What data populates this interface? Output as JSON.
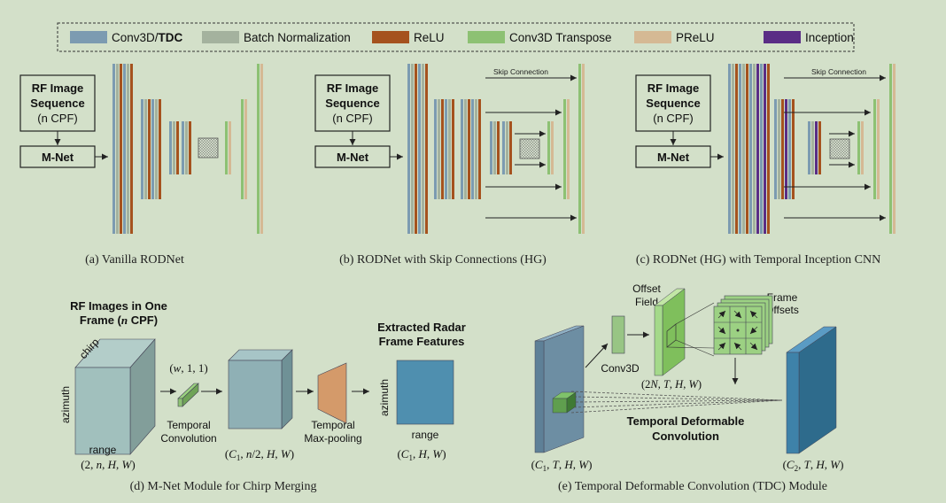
{
  "legend": {
    "items": [
      {
        "prefix": "Conv3D/",
        "bold": "TDC",
        "color": "#7c9bb1"
      },
      {
        "prefix": "Batch Normalization",
        "bold": "",
        "color": "#a4b29e"
      },
      {
        "prefix": "ReLU",
        "bold": "",
        "color": "#a5521e"
      },
      {
        "prefix": "Conv3D Transpose",
        "bold": "",
        "color": "#8dc173"
      },
      {
        "prefix": "PReLU",
        "bold": "",
        "color": "#d5b994"
      },
      {
        "prefix": "Inception",
        "bold": "",
        "color": "#5a2d85"
      }
    ]
  },
  "panel_a": {
    "box_line1": "RF Image",
    "box_line2": "Sequence",
    "box_line3": "(n CPF)",
    "mnet": "M-Net",
    "caption": "(a) Vanilla RODNet"
  },
  "panel_b": {
    "box_line1": "RF Image",
    "box_line2": "Sequence",
    "box_line3": "(n CPF)",
    "mnet": "M-Net",
    "skip": "Skip Connection",
    "caption": "(b) RODNet with Skip Connections (HG)"
  },
  "panel_c": {
    "box_line1": "RF Image",
    "box_line2": "Sequence",
    "box_line3": "(n CPF)",
    "mnet": "M-Net",
    "skip": "Skip Connection",
    "caption": "(c) RODNet (HG) with Temporal Inception CNN"
  },
  "panel_d": {
    "title1": "RF Images in One",
    "title2": "Frame (n CPF)",
    "chirp": "chirp",
    "azimuth": "azimuth",
    "range": "range",
    "dims_in": "(2, n, H, W)",
    "kernel": "(w, 1, 1)",
    "conv_label1": "Temporal",
    "conv_label2": "Convolution",
    "dims_mid": "(C1, n/2, H, W)",
    "pool_label1": "Temporal",
    "pool_label2": "Max-pooling",
    "out_title1": "Extracted Radar",
    "out_title2": "Frame Features",
    "azimuth_out": "azimuth",
    "range_out": "range",
    "dims_out": "(C1, H, W)",
    "caption": "(d) M-Net Module for Chirp Merging"
  },
  "panel_e": {
    "offset_field1": "Offset",
    "offset_field2": "Field",
    "frame_offsets1": "Frame",
    "frame_offsets2": "Offsets",
    "conv3d": "Conv3D",
    "dims_offset": "(2N, T, H, W)",
    "tdc1": "Temporal Deformable",
    "tdc2": "Convolution",
    "dims_in": "(C1, T, H, W)",
    "dims_out": "(C2, T, H, W)",
    "caption": "(e) Temporal Deformable Convolution (TDC) Module"
  }
}
